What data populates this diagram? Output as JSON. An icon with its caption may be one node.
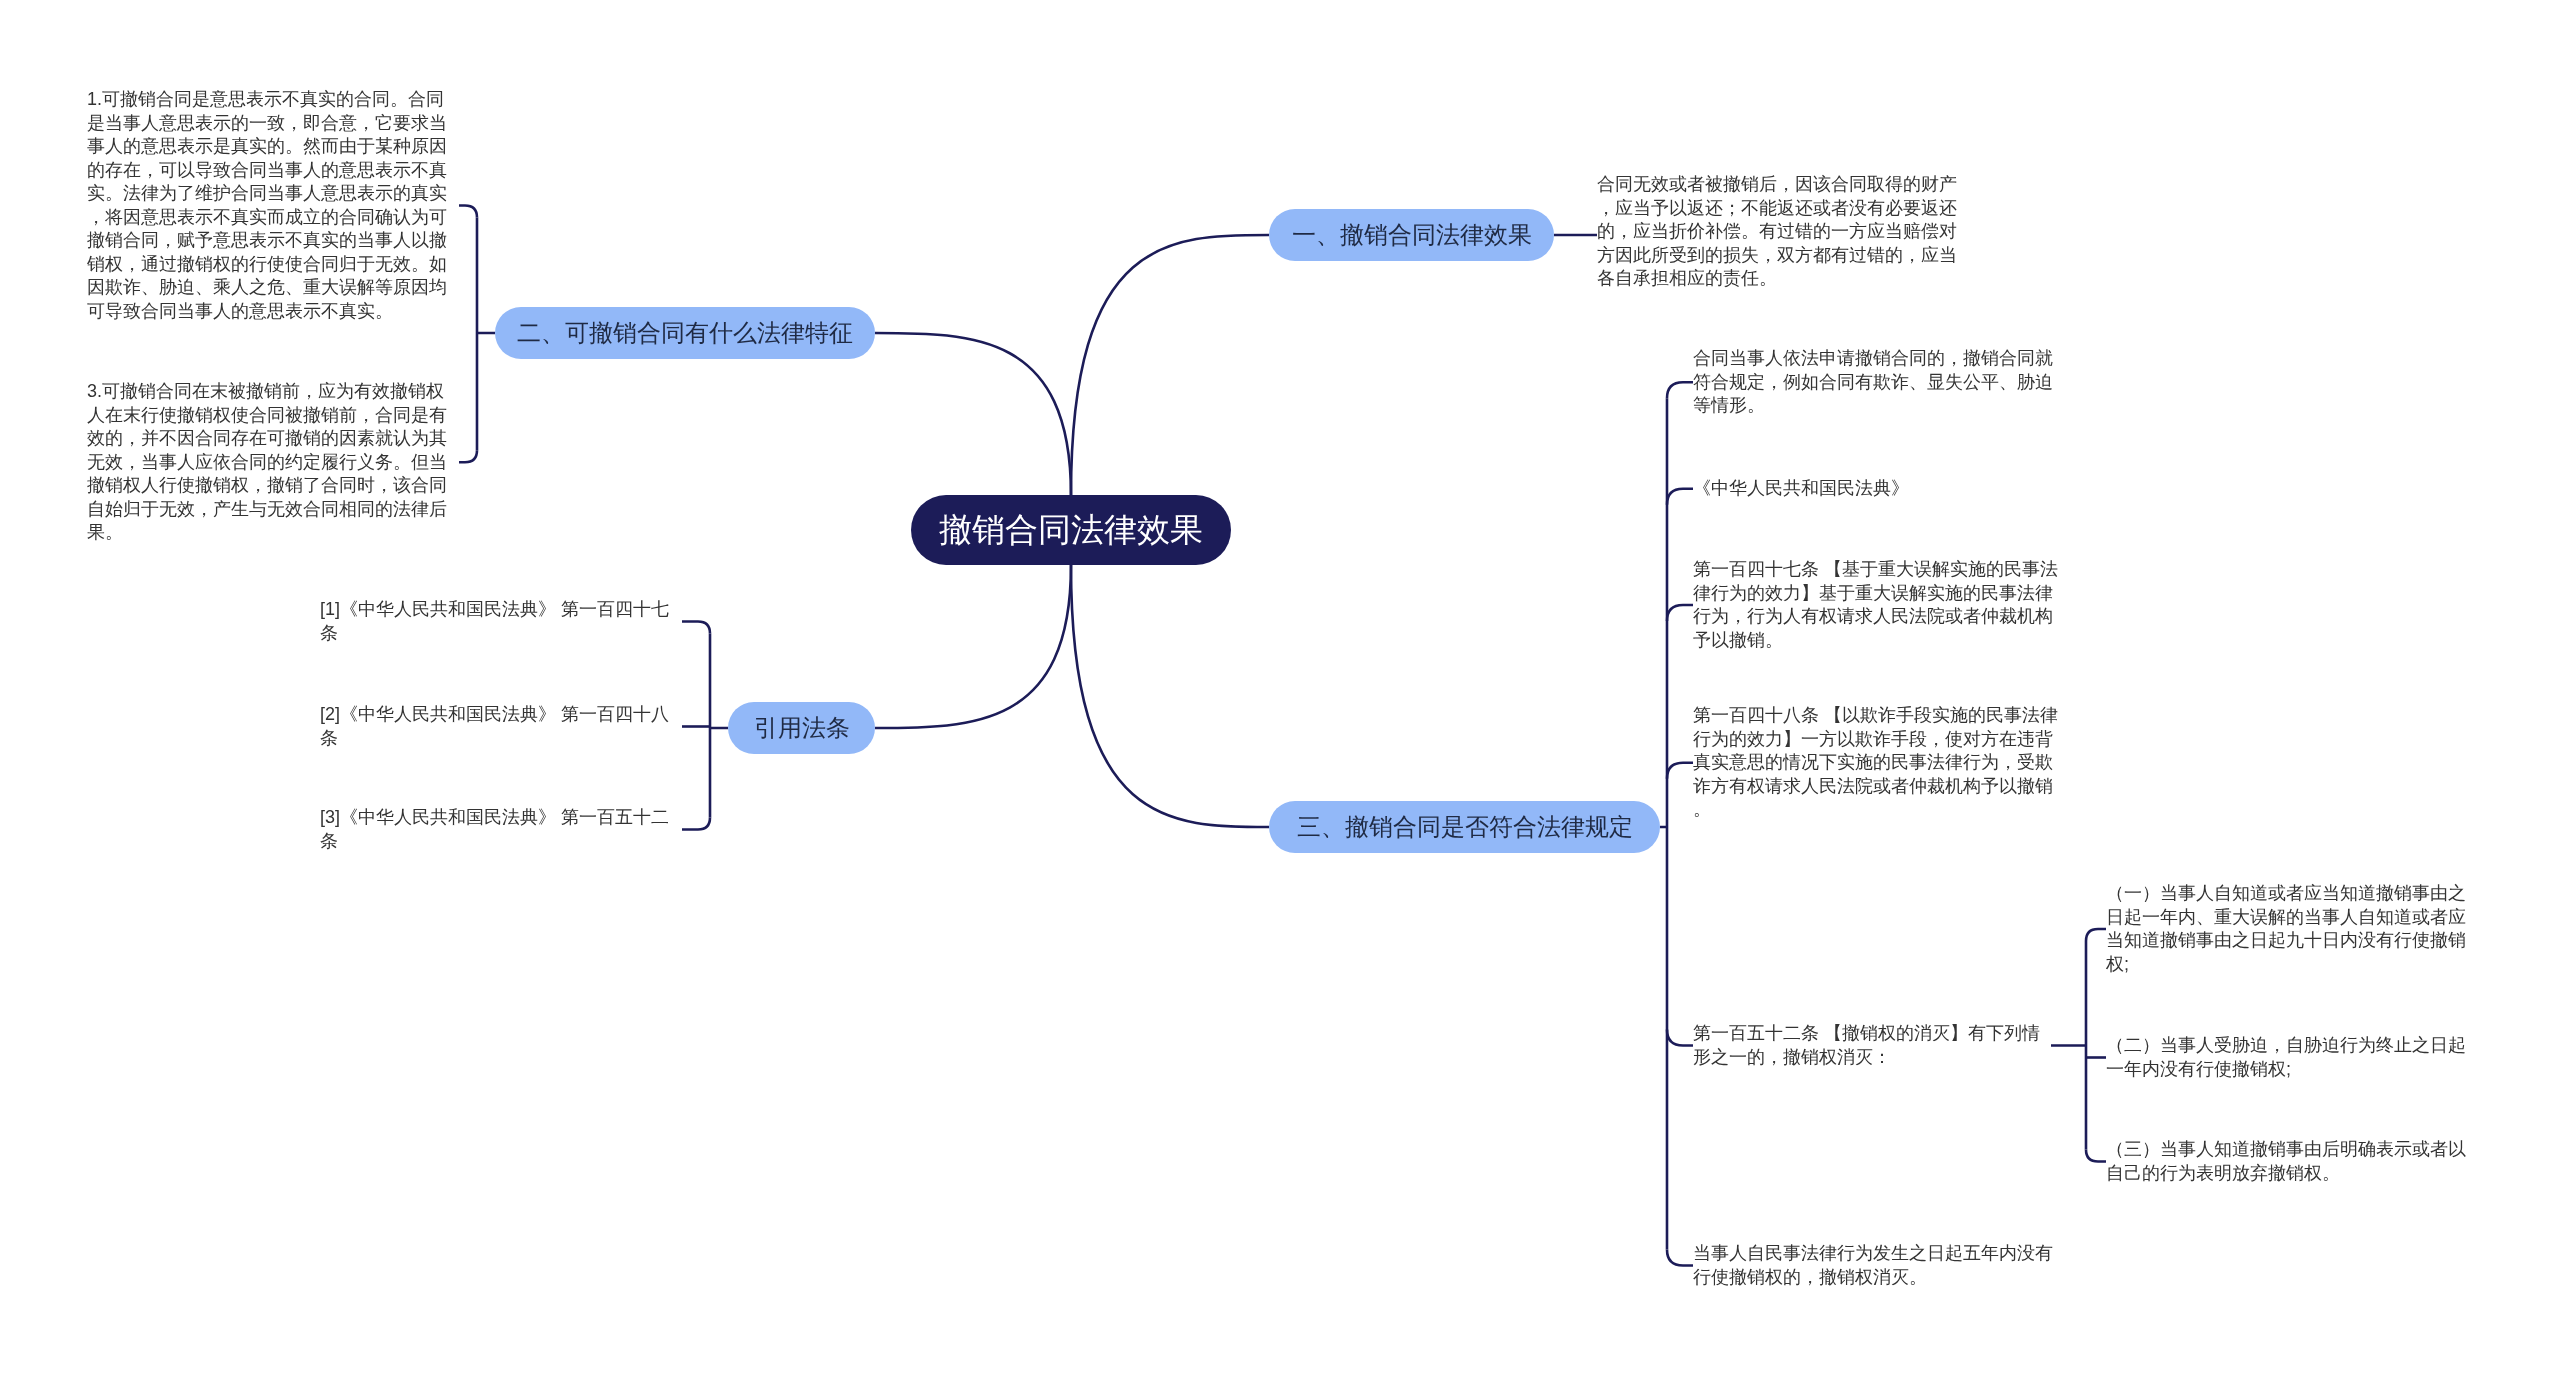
{
  "diagram": {
    "nodes": [
      {
        "text": [
          "撤销合同法律效果"
        ]
      },
      {
        "text": [
          "一、撤销合同法律效果"
        ]
      },
      {
        "text": [
          "合同无效或者被撤销后，因该合同取得的财产，应当予以返还；不能返还或者没有必要返还的，应当折价补偿。有过错的一方应当赔偿对方因此所受到的损失，双方都有过错的，应当各自承担相应的责任。"
        ]
      },
      {
        "text": [
          "二、可撤销合同有什么法律特征"
        ]
      },
      {
        "text": [
          "1.可撤销合同是意思表示不真实的合同。合同是当事人意思表示的一致，即合意，它要求当事人的意思表示是真实的。然而由于某种原因的存在，可以导致合同当事人的意思表示不真实。法律为了维护合同当事人意思表示的真实，将因意思表示不真实而成立的合同确认为可撤销合同，赋予意思表示不真实的当事人以撤销权，通过撤销权的行使使合同归于无效。如因欺诈、胁迫、乘人之危、重大误解等原因均可导致合同当事人的意思表示不真实。"
        ]
      },
      {
        "text": [
          "3.可撤销合同在末被撤销前，应为有效撤销权人在末行使撤销权使合同被撤销前，合同是有效的，并不因合同存在可撤销的因素就认为其无效，当事人应依合同的约定履行义务。但当撤销权人行使撤销权，撤销了合同时，该合同自始归于无效，产生与无效合同相同的法律后果。"
        ]
      },
      {
        "text": [
          "引用法条"
        ]
      },
      {
        "text": [
          "[1]《中华人民共和国民法典》 第一百四十七条"
        ]
      },
      {
        "text": [
          "[2]《中华人民共和国民法典》 第一百四十八条"
        ]
      },
      {
        "text": [
          "[3]《中华人民共和国民法典》 第一百五十二条"
        ]
      },
      {
        "text": [
          "三、撤销合同是否符合法律规定"
        ]
      },
      {
        "text": [
          "合同当事人依法申请撤销合同的，撤销合同就符合规定，例如合同有欺诈、显失公平、胁迫等情形。"
        ]
      },
      {
        "text": [
          "《中华人民共和国民法典》"
        ]
      },
      {
        "text": [
          "第一百四十七条 【基于重大误解实施的民事法律行为的效力】基于重大误解实施的民事法律行为，行为人有权请求人民法院或者仲裁机构予以撤销。"
        ]
      },
      {
        "text": [
          "第一百四十八条 【以欺诈手段实施的民事法律行为的效力】一方以欺诈手段，使对方在违背真实意思的情况下实施的民事法律行为，受欺诈方有权请求人民法院或者仲裁机构予以撤销。"
        ]
      },
      {
        "text": [
          "第一百五十二条 【撤销权的消灭】有下列情形之一的，撤销权消灭："
        ]
      },
      {
        "text": [
          "（一）当事人自知道或者应当知道撤销事由之日起一年内、重大误解的当事人自知道或者应当知道撤销事由之日起九十日内没有行使撤销权;"
        ]
      },
      {
        "text": [
          "（二）当事人受胁迫，自胁迫行为终止之日起一年内没有行使撤销权;"
        ]
      },
      {
        "text": [
          "（三）当事人知道撤销事由后明确表示或者以自己的行为表明放弃撤销权。"
        ]
      },
      {
        "text": [
          "当事人自民事法律行为发生之日起五年内没有行使撤销权的，撤销权消灭。"
        ]
      }
    ],
    "edges": [
      {
        "from": 0,
        "to": 1,
        "arrow": "none"
      },
      {
        "from": 1,
        "to": 2,
        "arrow": "none"
      },
      {
        "from": 0,
        "to": 3,
        "arrow": "none"
      },
      {
        "from": 3,
        "to": 4,
        "arrow": "none"
      },
      {
        "from": 3,
        "to": 5,
        "arrow": "none"
      },
      {
        "from": 0,
        "to": 6,
        "arrow": "none"
      },
      {
        "from": 6,
        "to": 7,
        "arrow": "none"
      },
      {
        "from": 6,
        "to": 8,
        "arrow": "none"
      },
      {
        "from": 6,
        "to": 9,
        "arrow": "none"
      },
      {
        "from": 0,
        "to": 10,
        "arrow": "none"
      },
      {
        "from": 10,
        "to": 11,
        "arrow": "none"
      },
      {
        "from": 10,
        "to": 12,
        "arrow": "none"
      },
      {
        "from": 10,
        "to": 13,
        "arrow": "none"
      },
      {
        "from": 10,
        "to": 14,
        "arrow": "none"
      },
      {
        "from": 10,
        "to": 15,
        "arrow": "none"
      },
      {
        "from": 15,
        "to": 16,
        "arrow": "none"
      },
      {
        "from": 15,
        "to": 17,
        "arrow": "none"
      },
      {
        "from": 15,
        "to": 18,
        "arrow": "none"
      },
      {
        "from": 10,
        "to": 19,
        "arrow": "none"
      }
    ]
  }
}
